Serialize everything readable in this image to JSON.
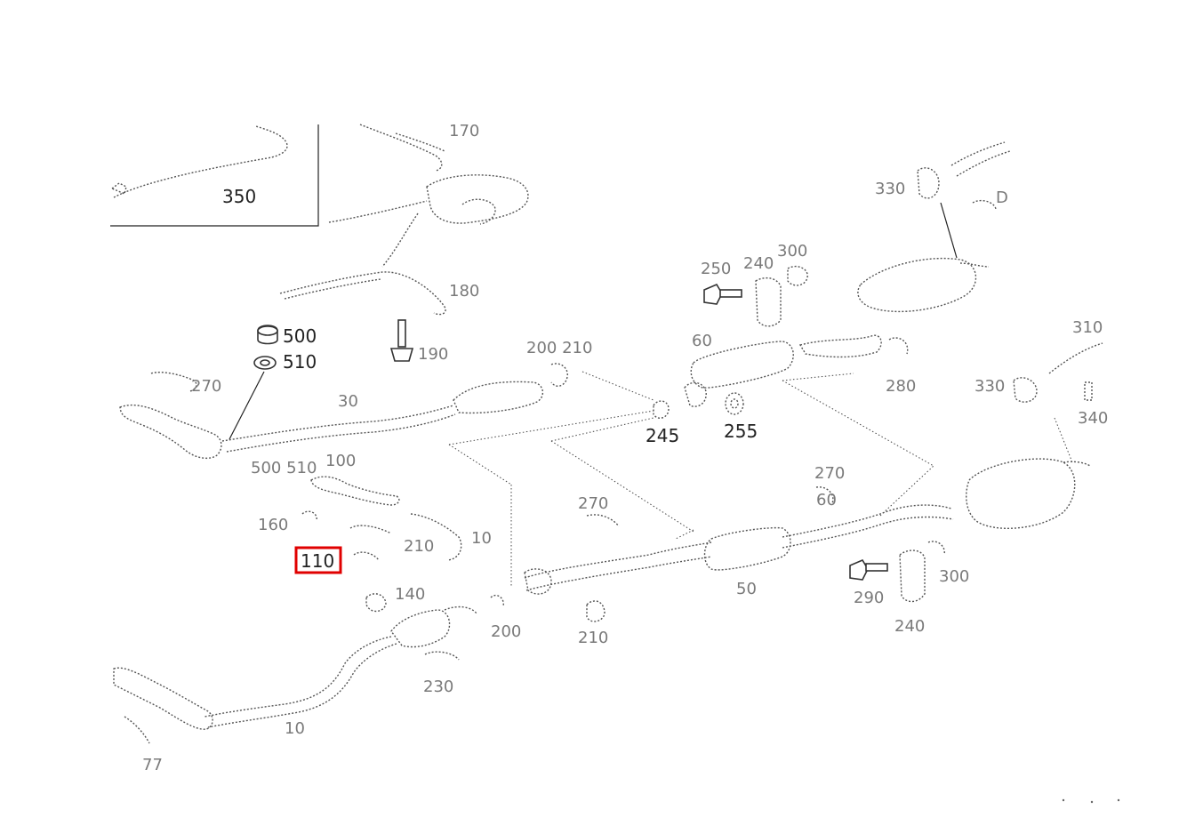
{
  "highlight_color": "#e00000",
  "labels": {
    "l350": "350",
    "l500": "500",
    "l510": "510",
    "l245": "245",
    "l255": "255",
    "l110": "110"
  }
}
